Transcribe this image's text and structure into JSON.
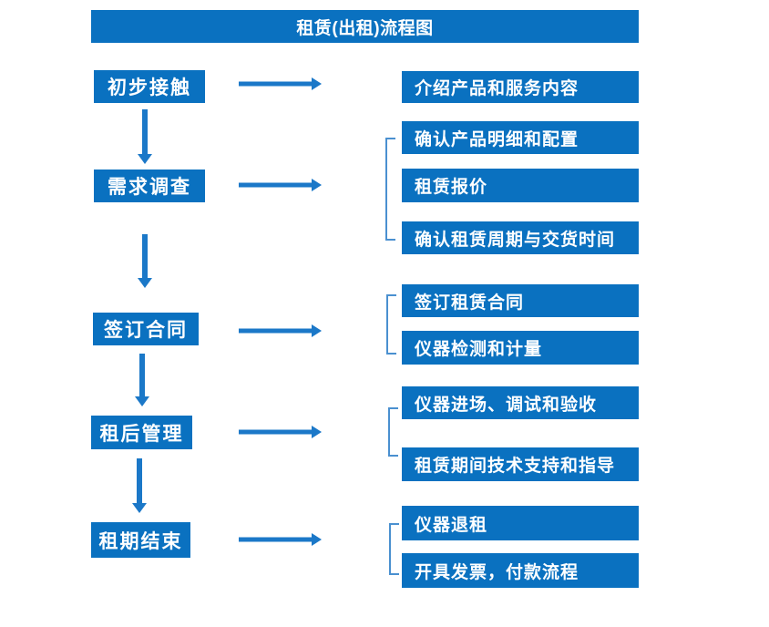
{
  "title": "租赁(出租)流程图",
  "colors": {
    "box_fill": "#0a71c0",
    "arrow": "#1b78c8",
    "bracket": "#4a90d0",
    "text": "#ffffff",
    "background": "#ffffff"
  },
  "stages": [
    {
      "label": "初步接触",
      "details": [
        "介绍产品和服务内容"
      ]
    },
    {
      "label": "需求调查",
      "details": [
        "确认产品明细和配置",
        "租赁报价",
        "确认租赁周期与交货时间"
      ]
    },
    {
      "label": "签订合同",
      "details": [
        "签订租赁合同",
        "仪器检测和计量"
      ]
    },
    {
      "label": "租后管理",
      "details": [
        "仪器进场、调试和验收",
        "租赁期间技术支持和指导"
      ]
    },
    {
      "label": "租期结束",
      "details": [
        "仪器退租",
        "开具发票，付款流程"
      ]
    }
  ]
}
